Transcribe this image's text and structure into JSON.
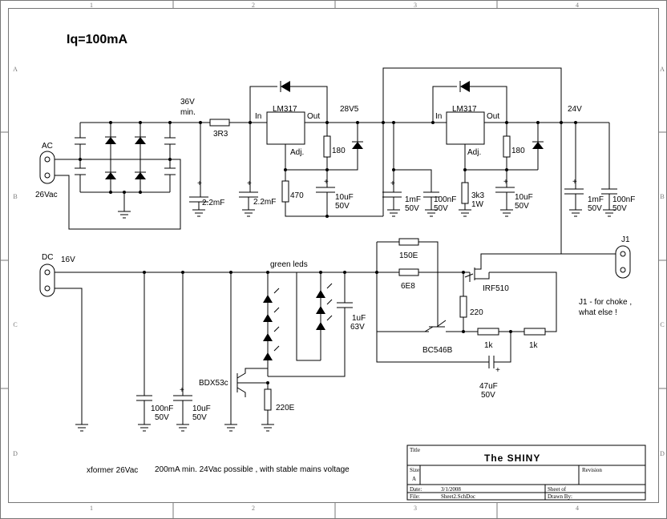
{
  "note_iq": "Iq=100mA",
  "grid": {
    "cols": [
      "1",
      "2",
      "3",
      "4"
    ],
    "rows": [
      "A",
      "B",
      "C",
      "D"
    ]
  },
  "connectors": {
    "ac": {
      "ref": "AC",
      "value": "26Vac"
    },
    "dc": {
      "ref": "DC",
      "value": "16V"
    },
    "j1": {
      "ref": "J1",
      "note_line1": "J1 - for choke ,",
      "note_line2": "what else !"
    }
  },
  "nets": {
    "v36_line1": "36V",
    "v36_line2": "min.",
    "v28": "28V5",
    "v24": "24V",
    "green_leds": "green leds"
  },
  "regulators": {
    "u1": {
      "name": "LM317",
      "in": "In",
      "out": "Out",
      "adj": "Adj."
    },
    "u2": {
      "name": "LM317",
      "in": "In",
      "out": "Out",
      "adj": "Adj."
    }
  },
  "components": {
    "r_3r3": "3R3",
    "c_22mf_a": "2.2mF",
    "c_22mf_b": "2.2mF",
    "r_180_a": "180",
    "r_470": "470",
    "c_10uf_a_1": "10uF",
    "c_10uf_a_2": "50V",
    "c_1mf_a_1": "1mF",
    "c_1mf_a_2": "50V",
    "c_100nf_a_1": "100nF",
    "c_100nf_a_2": "50V",
    "r_3k3_1": "3k3",
    "r_3k3_2": "1W",
    "c_10uf_b_1": "10uF",
    "c_10uf_b_2": "50V",
    "r_180_b": "180",
    "c_1mf_b_1": "1mF",
    "c_1mf_b_2": "50V",
    "c_100nf_b_1": "100nF",
    "c_100nf_b_2": "50V",
    "c_100nf_c_1": "100nF",
    "c_100nf_c_2": "50V",
    "c_10uf_c_1": "10uF",
    "c_10uf_c_2": "50V",
    "q_bdx53c": "BDX53c",
    "r_220e": "220E",
    "c_1uf_1": "1uF",
    "c_1uf_2": "63V",
    "r_150e": "150E",
    "r_6e8": "6E8",
    "q_irf510": "IRF510",
    "r_220": "220",
    "q_bc546b": "BC546B",
    "r_1k_a": "1k",
    "r_1k_b": "1k",
    "c_47uf_1": "47uF",
    "c_47uf_2": "50V"
  },
  "footnote": {
    "part1": "xformer 26Vac",
    "part2": "200mA min.  24Vac possible , with stable mains voltage"
  },
  "title_block": {
    "title_label": "Title",
    "title": "The SHINY",
    "size_label": "Size",
    "size": "A",
    "revision_label": "Revision",
    "date_label": "Date:",
    "date": "3/1/2008",
    "file_label": "File:",
    "file": "Sheet2.SchDoc",
    "sheet_label": "Sheet    of",
    "drawn_label": "Drawn By:"
  }
}
